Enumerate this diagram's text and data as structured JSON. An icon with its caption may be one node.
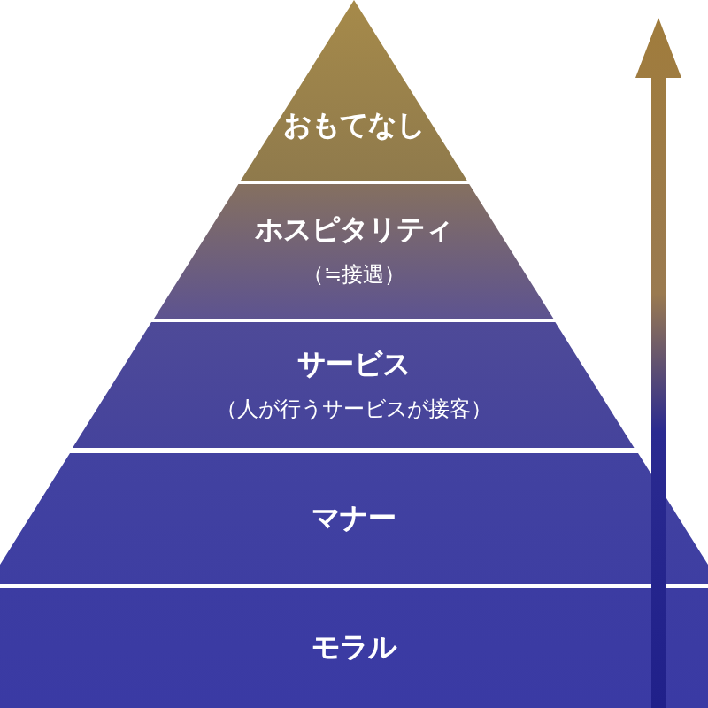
{
  "diagram": {
    "nodes": [
      {
        "text": [
          "おもてなし"
        ]
      },
      {
        "text": [
          "ホスピタリティ",
          "（≒接遇）"
        ]
      },
      {
        "text": [
          "サービス",
          "（人が行うサービスが接客）"
        ]
      },
      {
        "text": [
          "マナー"
        ]
      },
      {
        "text": [
          "モラル"
        ]
      }
    ]
  }
}
